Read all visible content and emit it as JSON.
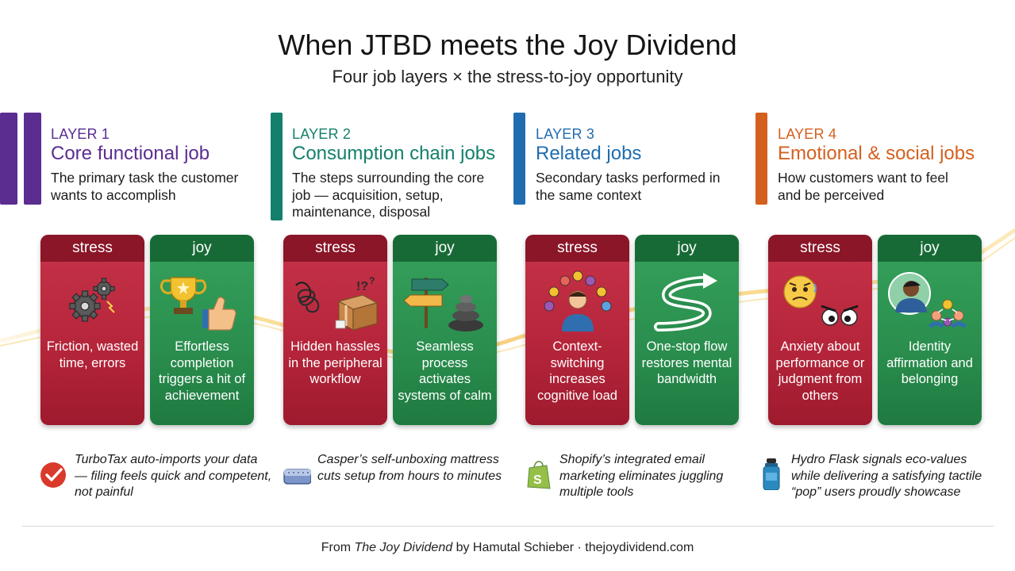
{
  "header": {
    "title": "When JTBD meets the Joy Dividend",
    "subtitle": "Four job layers × the stress-to-joy opportunity"
  },
  "colors": {
    "layer1": "#5b2d91",
    "layer2": "#14806c",
    "layer3": "#1f6db0",
    "layer4": "#d4601f",
    "stress": "#b5253a",
    "joy": "#2a8e4e"
  },
  "labels": {
    "stress": "stress",
    "joy": "joy"
  },
  "layers": [
    {
      "label": "LAYER 1",
      "name": "Core functional job",
      "desc": "The primary task the customer wants to accomplish",
      "stress_text": "Friction, wasted time, errors",
      "stress_icon": "gears-icon",
      "joy_text": "Effortless completion triggers a hit of achievement",
      "joy_icon": "trophy-thumbs-up-icon",
      "example_icon": "check-circle-icon",
      "example": "TurboTax auto-imports your data — filing feels quick and competent, not painful"
    },
    {
      "label": "LAYER 2",
      "name": "Consumption chain jobs",
      "desc": "The steps surrounding the core job — acquisition, setup, maintenance, disposal",
      "stress_text": "Hidden hassles in the peripheral workflow",
      "stress_icon": "tangled-box-icon",
      "joy_text": "Seamless process activates systems of calm",
      "joy_icon": "signpost-stones-icon",
      "example_icon": "mattress-icon",
      "example": "Casper’s self-unboxing mattress cuts setup from hours to minutes"
    },
    {
      "label": "LAYER 3",
      "name": "Related jobs",
      "desc": "Secondary tasks performed in the same context",
      "stress_text": "Context-switching increases cognitive load",
      "stress_icon": "overwhelmed-person-icon",
      "joy_text": "One-stop flow restores mental bandwidth",
      "joy_icon": "winding-arrow-icon",
      "example_icon": "shopify-bag-icon",
      "example": "Shopify’s integrated email marketing eliminates juggling multiple tools"
    },
    {
      "label": "LAYER 4",
      "name": "Emotional & social jobs",
      "desc": "How customers want to feel and be perceived",
      "stress_text": "Anxiety about performance or judgment from others",
      "stress_icon": "anxious-face-icon",
      "joy_text": "Identity affirmation and belonging",
      "joy_icon": "community-icon",
      "example_icon": "water-bottle-icon",
      "example": "Hydro Flask signals eco-values while delivering a satisfying tactile “pop” users proudly showcase"
    }
  ],
  "footer": {
    "prefix": "From ",
    "book": "The Joy Dividend",
    "suffix": " by Hamutal Schieber · thejoydividend.com"
  }
}
